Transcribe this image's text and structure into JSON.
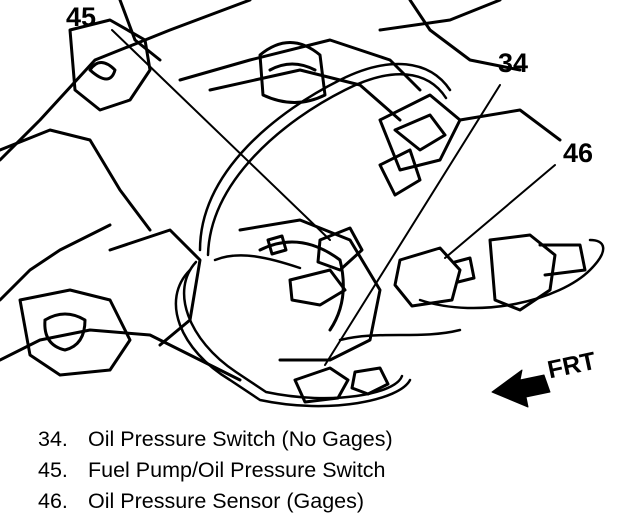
{
  "callouts": [
    {
      "id": "c45",
      "label": "45"
    },
    {
      "id": "c34",
      "label": "34"
    },
    {
      "id": "c46",
      "label": "46"
    }
  ],
  "direction": {
    "label": "FRT"
  },
  "legend": [
    {
      "num": "34.",
      "text": "Oil Pressure Switch (No Gages)"
    },
    {
      "num": "45.",
      "text": "Fuel Pump/Oil Pressure Switch"
    },
    {
      "num": "46.",
      "text": "Oil Pressure Sensor (Gages)"
    }
  ]
}
